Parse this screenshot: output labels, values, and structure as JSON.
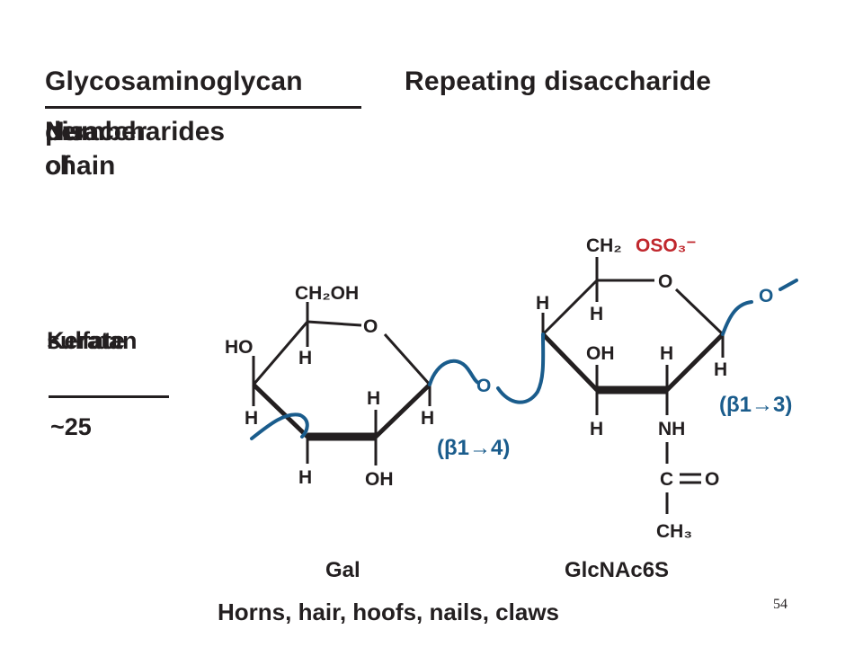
{
  "header": {
    "col1": "Glycosaminoglycan",
    "col2": "Repeating disaccharide",
    "subhead": [
      "Number of",
      "disaccharides",
      "per chain"
    ]
  },
  "entry": {
    "name_line1": "Keratan",
    "name_line2": "sulfate",
    "count": "~25"
  },
  "structure": {
    "gal": {
      "name": "Gal",
      "ch2oh": "CH₂OH",
      "ring_o": "O",
      "ho": "HO",
      "h_c4_up": "H",
      "h_c4_down": "H",
      "h_c3": "H",
      "h_c2": "H",
      "oh_c2": "OH",
      "h_c1": "H"
    },
    "glcnac": {
      "name": "GlcNAc6S",
      "ch2": "CH₂",
      "oso3": "OSO₃⁻",
      "ring_o": "O",
      "h_c4_top": "H",
      "h_c5": "H",
      "oh_c3": "OH",
      "h_c2": "H",
      "h_c4_bottom": "H",
      "nh": "NH",
      "c": "C",
      "o_carbonyl": "O",
      "ch3": "CH₃",
      "h_c1": "H"
    },
    "bridge_o": "O",
    "end_o": "O",
    "linkage_1_4": "(β1→4)",
    "linkage_1_3": "(β1→3)"
  },
  "caption": "Horns, hair, hoofs, nails, claws",
  "page_number": "54",
  "colors": {
    "bond": "#231f20",
    "glycosidic": "#1a5c8c",
    "sulfate": "#c0272d"
  }
}
